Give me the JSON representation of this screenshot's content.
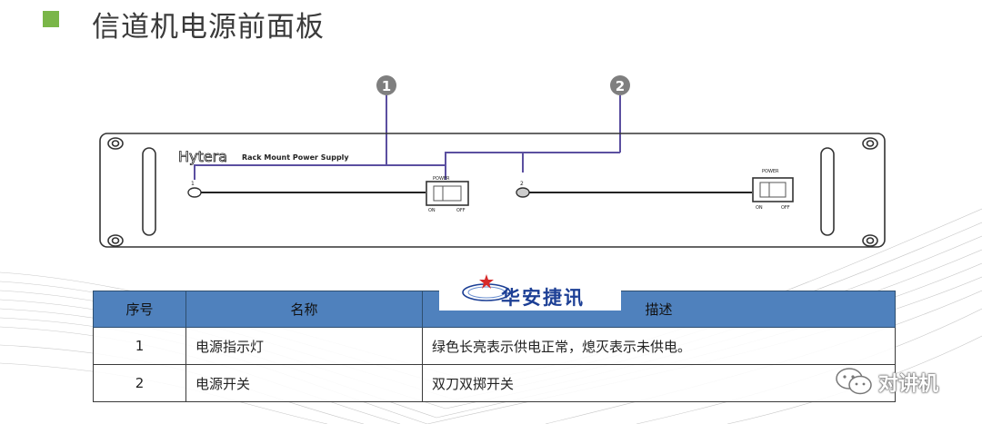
{
  "slide": {
    "title": "信道机电源前面板"
  },
  "diagram": {
    "callouts": [
      "1",
      "2"
    ],
    "panel": {
      "brand": "Hytera",
      "model": "Rack Mount Power Supply",
      "units": [
        {
          "num": "1",
          "switch_label": "POWER",
          "on_label": "ON",
          "off_label": "OFF"
        },
        {
          "num": "2",
          "switch_label": "POWER",
          "on_label": "ON",
          "off_label": "OFF"
        }
      ]
    }
  },
  "table": {
    "headers": [
      "序号",
      "名称",
      "描述"
    ],
    "rows": [
      {
        "num": "1",
        "name": "电源指示灯",
        "desc": "绿色长亮表示供电正常，熄灭表示未供电。"
      },
      {
        "num": "2",
        "name": "电源开关",
        "desc": "双刀双掷开关"
      }
    ],
    "header_color": "#4f81bd"
  },
  "logo": {
    "text": "华安捷讯"
  },
  "watermark": {
    "text": "对讲机"
  },
  "colors": {
    "title_bullet": "#7ab648",
    "callout": "#7f7f7f",
    "connector": "#5b4fa0"
  }
}
